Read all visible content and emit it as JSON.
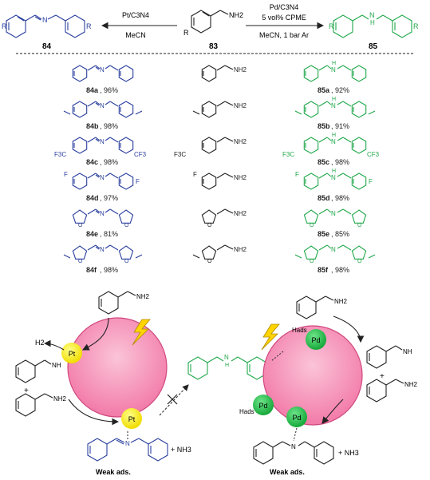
{
  "header": {
    "left_reagent": "Pt/C3N4",
    "left_solvent": "MeCN",
    "right_reagent": "Pd/C3N4",
    "right_additive": "5 vol% CPME",
    "right_conditions": "MeCN, 1 bar Ar",
    "label_84": "84",
    "label_83": "83",
    "label_85": "85",
    "r_group": "R",
    "nh2": "NH2",
    "nh": "H",
    "n": "N"
  },
  "rows": [
    {
      "imine": "84a",
      "imine_yield": ", 96%",
      "amine": "85a",
      "amine_yield": ", 92%",
      "sub": ""
    },
    {
      "imine": "84b",
      "imine_yield": ", 98%",
      "amine": "85b",
      "amine_yield": ", 91%",
      "sub": "Me"
    },
    {
      "imine": "84c",
      "imine_yield": ", 98%",
      "amine": "85c",
      "amine_yield": ", 98%",
      "sub": "F3C"
    },
    {
      "imine": "84d",
      "imine_yield": ", 97%",
      "amine": "85d",
      "amine_yield": ", 98%",
      "sub": "F"
    },
    {
      "imine": "84e",
      "imine_yield": ", 81%",
      "amine": "85e",
      "amine_yield": ", 85%",
      "sub": "furyl"
    },
    {
      "imine": "84f",
      "imine_yield": ", 98%",
      "amine": "85f",
      "amine_yield": ", 98%",
      "sub": "methylfuryl"
    }
  ],
  "labels": {
    "cf3_left": "F3C",
    "cf3_right": "CF3",
    "f": "F",
    "nh2_text": "NH2"
  },
  "mechanism": {
    "h2": "H2",
    "pt": "Pt",
    "pd": "Pd",
    "nh_imine": "NH",
    "plus": "+",
    "nh3": "+ NH3",
    "hads": "Hads",
    "weak_left": "Weak ads.",
    "weak_right": "Weak ads."
  },
  "colors": {
    "blue": "#2a3f9e",
    "green": "#20a84a",
    "pink": "#f48fb1",
    "pink_edge": "#c2185b",
    "yellow": "#ffee00",
    "pd_green": "#22c24a",
    "bolt": "#ffd400"
  }
}
